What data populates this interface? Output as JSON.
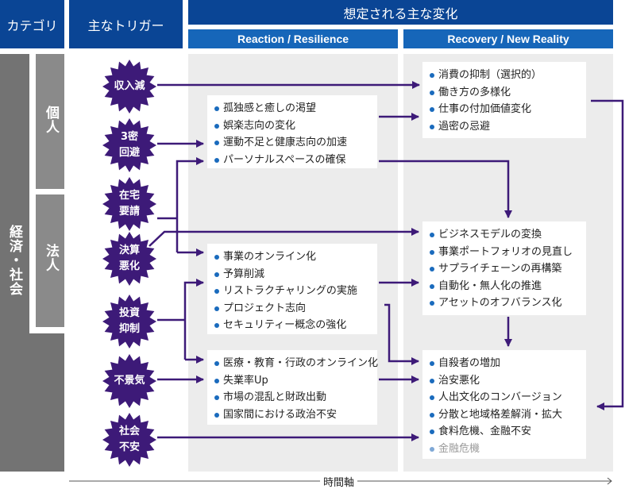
{
  "header": {
    "category_label": "カテゴリ",
    "trigger_label": "主なトリガー",
    "changes_label": "想定される主な変化",
    "phase1_label": "Reaction / Resilience",
    "phase2_label": "Recovery / New Reality"
  },
  "categories": {
    "outer": "経済・社会",
    "inner": [
      "個人",
      "法人"
    ]
  },
  "triggers": [
    {
      "id": "income",
      "label": "収入減"
    },
    {
      "id": "3c",
      "label": "3密\n回避"
    },
    {
      "id": "stayhome",
      "label": "在宅\n要請"
    },
    {
      "id": "earnings",
      "label": "決算\n悪化"
    },
    {
      "id": "invest",
      "label": "投資\n抑制"
    },
    {
      "id": "recession",
      "label": "不景気"
    },
    {
      "id": "unrest",
      "label": "社会\n不安"
    }
  ],
  "reaction_boxes": [
    {
      "items": [
        "孤独感と癒しの渇望",
        "娯楽志向の変化",
        "運動不足と健康志向の加速",
        "パーソナルスペースの確保"
      ]
    },
    {
      "items": [
        "事業のオンライン化",
        "予算削減",
        "リストラクチャリングの実施",
        "プロジェクト志向",
        "セキュリティー概念の強化"
      ]
    },
    {
      "items": [
        "医療・教育・行政のオンライン化",
        "失業率Up",
        "市場の混乱と財政出動",
        "国家間における政治不安"
      ]
    }
  ],
  "recovery_boxes": [
    {
      "items": [
        "消費の抑制（選択的）",
        "働き方の多様化",
        "仕事の付加価値変化",
        "過密の忌避"
      ]
    },
    {
      "items": [
        "ビジネスモデルの変換",
        "事業ポートフォリオの見直し",
        "サプライチェーンの再構築",
        "自動化・無人化の推進",
        "アセットのオフバランス化"
      ]
    },
    {
      "items": [
        "自殺者の増加",
        "治安悪化",
        "人出文化のコンバージョン",
        "分散と地域格差解消・拡大",
        "食料危機、金融不安"
      ],
      "faded_item": "金融危機"
    }
  ],
  "axis": {
    "label": "時間軸"
  },
  "colors": {
    "header": "#0a4595",
    "subheader": "#1666b9",
    "trigger": "#3d1a78",
    "arrow": "#3d1a78",
    "bullet": "#1a6bbd",
    "category_outer": "#737373",
    "category_inner": "#8a8a8a"
  }
}
